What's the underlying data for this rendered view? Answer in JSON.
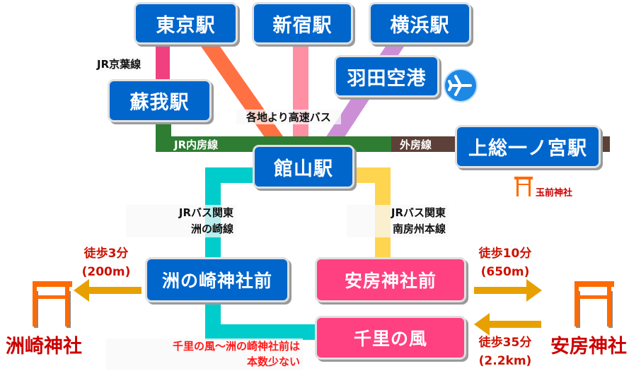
{
  "stations": {
    "tokyo": "東京駅",
    "shinjuku": "新宿駅",
    "yokohama": "横浜駅",
    "haneda": "羽田空港",
    "soga": "蘇我駅",
    "tateyama": "館山駅",
    "kazusa_ichinomiya": "上総一ノ宮駅",
    "sunosaki_jinja_mae": "洲の崎神社前",
    "awa_jinja_mae": "安房神社前",
    "chisato_no_kaze": "千里の風"
  },
  "lines": {
    "keiyo": "JR京葉線",
    "uchibo": "JR内房線",
    "sotobo": "外房線",
    "highway_bus": "各地より高速バス",
    "sunosaki_line": [
      "JRバス関東",
      "洲の崎線"
    ],
    "minamiboshu_line": [
      "JRバス関東",
      "南房州本線"
    ]
  },
  "shrines": {
    "sunosaki": "洲崎神社",
    "awa": "安房神社",
    "tamasaki": "玉前神社"
  },
  "walks": {
    "to_sunosaki": [
      "徒歩3分",
      "(200m)"
    ],
    "to_awa": [
      "徒歩10分",
      "(650m)"
    ],
    "from_awa": [
      "徒歩35分",
      "(2.2km)"
    ]
  },
  "note": [
    "千里の風〜洲の崎神社前は",
    "本数少ない"
  ],
  "colors": {
    "station_blue": "#0066cc",
    "station_pink": "#ff4081",
    "keiyo": "#f0407f",
    "orange_line": "#ff7043",
    "pink_line": "#ff8fa3",
    "purple_line": "#cc8fd6",
    "uchibo": "#2e7d32",
    "sotobo": "#5d4037",
    "teal_line": "#00cccc",
    "yellow_line": "#ffd54f",
    "arrow": "#e8a000",
    "torii": "#ff6a00"
  }
}
